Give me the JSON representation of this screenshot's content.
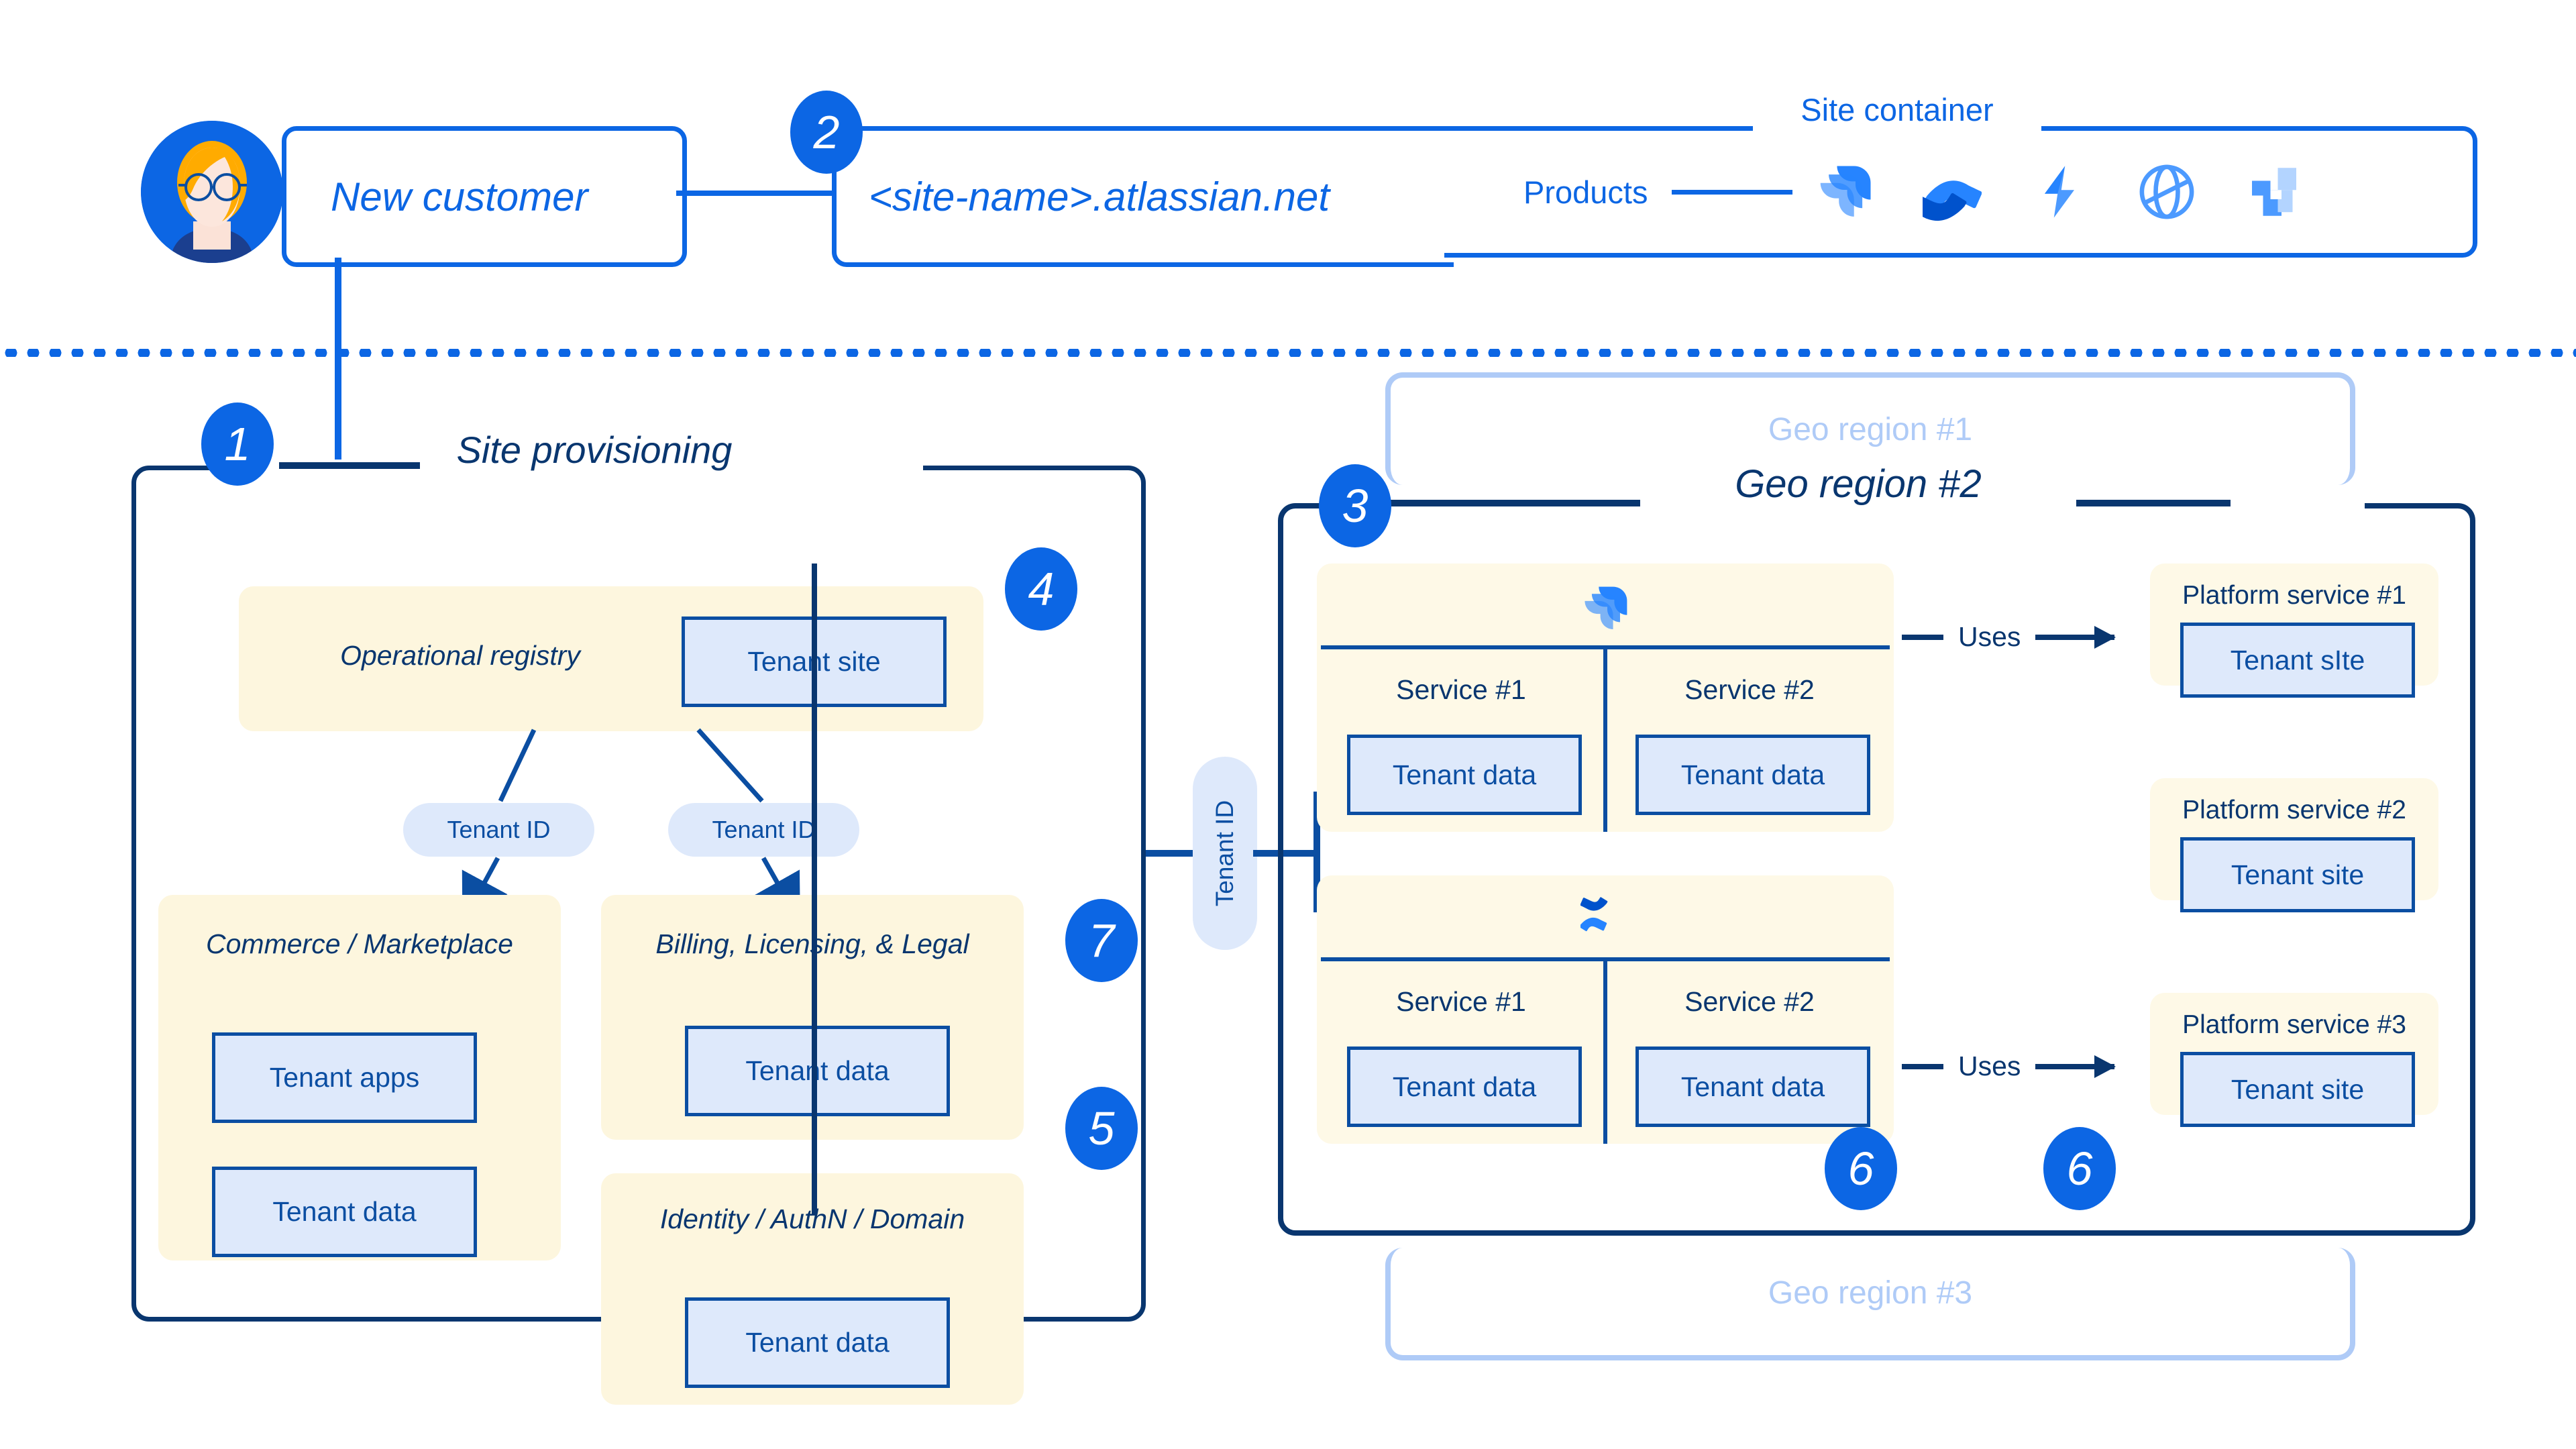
{
  "top": {
    "avatar_alt": "new customer avatar",
    "customer_label": "New customer",
    "site_name": "<site-name>.atlassian.net",
    "site_container_legend": "Site container",
    "products_label": "Products",
    "product_icons": [
      "jira-icon",
      "confluence-icon",
      "bitbucket-icon",
      "compass-icon",
      "trello-icon"
    ]
  },
  "provisioning": {
    "legend": "Site provisioning",
    "registry": {
      "title": "Operational registry",
      "tenant_site": "Tenant site"
    },
    "pills": [
      "Tenant ID",
      "Tenant ID"
    ],
    "commerce": {
      "title": "Commerce / Marketplace",
      "tenant_apps": "Tenant apps",
      "tenant_data": "Tenant data"
    },
    "billing": {
      "title": "Billing, Licensing, & Legal",
      "tenant_data": "Tenant data"
    },
    "identity": {
      "title": "Identity / AuthN / Domain",
      "tenant_data": "Tenant data"
    }
  },
  "connector": {
    "tenant_id": "Tenant ID"
  },
  "geo": {
    "region1_label": "Geo region #1",
    "region3_label": "Geo region #3",
    "region2_legend": "Geo region #2",
    "products": [
      {
        "logo": "jira-icon",
        "services": [
          {
            "title": "Service #1",
            "data": "Tenant data"
          },
          {
            "title": "Service #2",
            "data": "Tenant data"
          }
        ]
      },
      {
        "logo": "confluence-icon",
        "services": [
          {
            "title": "Service #1",
            "data": "Tenant data"
          },
          {
            "title": "Service #2",
            "data": "Tenant data"
          }
        ]
      }
    ],
    "uses_label_1": "Uses",
    "uses_label_2": "Uses",
    "platform_services": [
      {
        "title": "Platform service #1",
        "box": "Tenant sIte"
      },
      {
        "title": "Platform service #2",
        "box": "Tenant site"
      },
      {
        "title": "Platform service #3",
        "box": "Tenant site"
      }
    ]
  },
  "badges": {
    "b1": "1",
    "b2": "2",
    "b3": "3",
    "b4": "4",
    "b5": "5",
    "b6a": "6",
    "b6b": "6",
    "b7": "7"
  },
  "colors": {
    "brand_blue": "#0C66E4",
    "deep_blue": "#0B4EA2",
    "navy": "#09366F",
    "cream": "#FDF6DE",
    "light_blue": "#DEE9FB",
    "pale_blue": "#AFCBF7"
  }
}
